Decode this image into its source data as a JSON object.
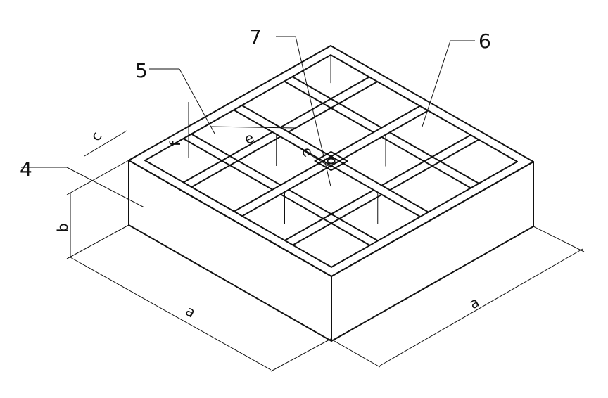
{
  "callouts": {
    "n4": "4",
    "n5": "5",
    "n6": "6",
    "n7": "7"
  },
  "dimensions": {
    "a_left": "a",
    "a_right": "a",
    "b": "b",
    "c": "c",
    "e1": "e",
    "e2": "e",
    "f": "f"
  }
}
